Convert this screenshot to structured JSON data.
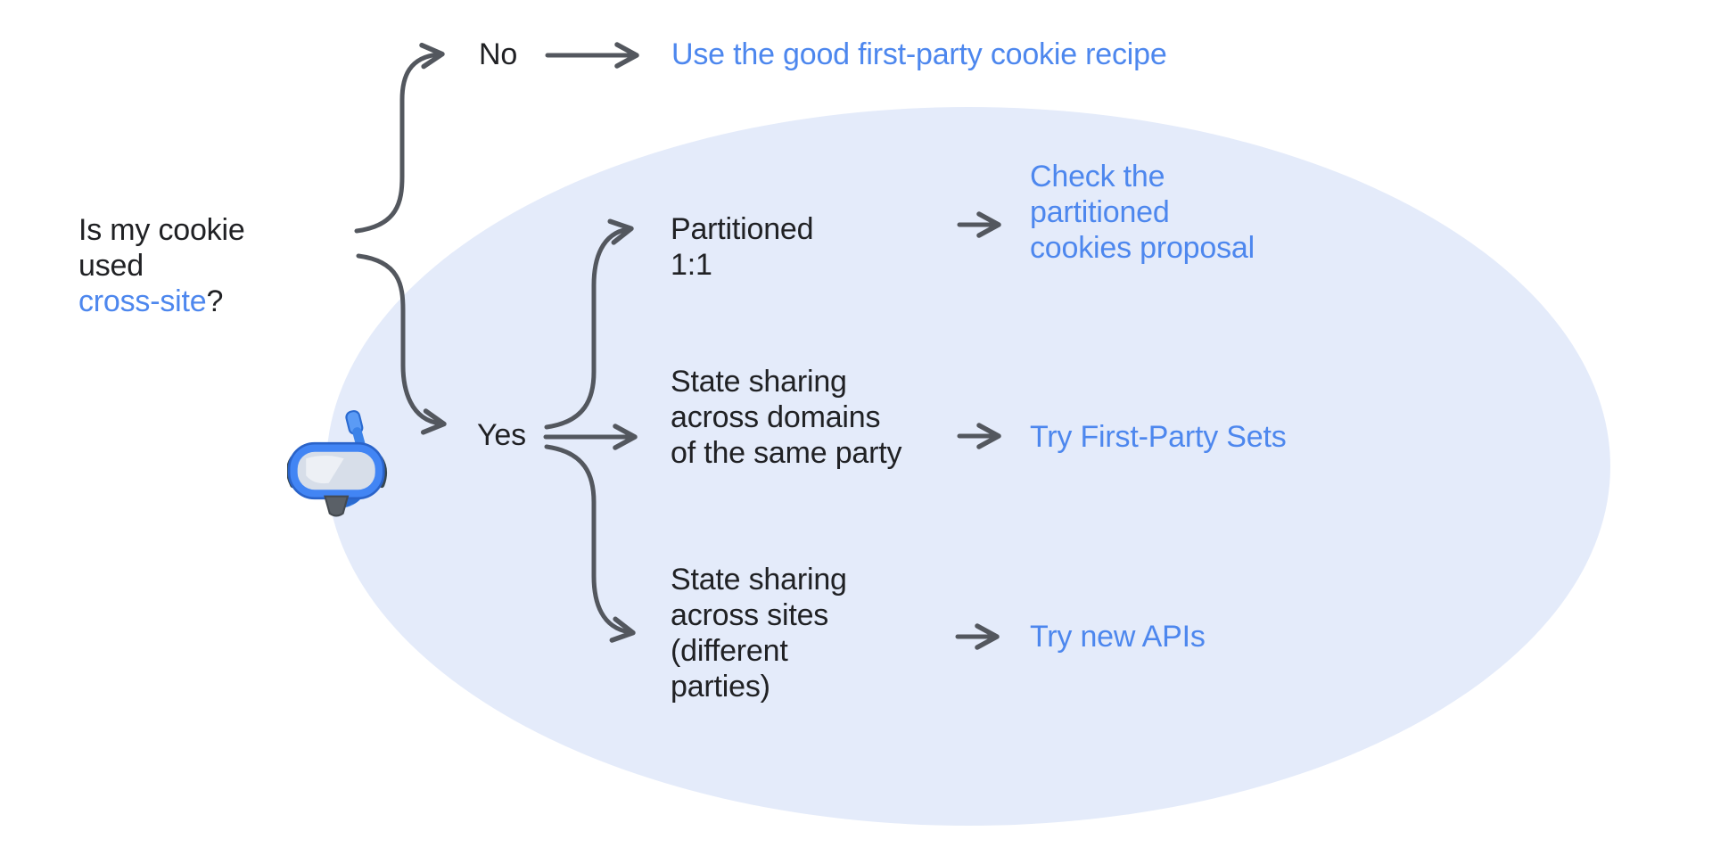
{
  "colors": {
    "background": "#ffffff",
    "ellipse_fill": "#e4ebfa",
    "text": "#202124",
    "link": "#4d87ee",
    "connector": "#53575e"
  },
  "question": {
    "prefix": "Is my cookie\nused\n",
    "link_text": "cross-site",
    "suffix": "?"
  },
  "no_branch": {
    "label": "No",
    "outcome": "Use the good first-party cookie recipe"
  },
  "yes_branch": {
    "label": "Yes",
    "icon": "diving-mask",
    "sub_branches": [
      {
        "condition": "Partitioned\n1:1",
        "outcome": "Check the\npartitioned\ncookies proposal"
      },
      {
        "condition": "State sharing\nacross domains\nof the same party",
        "outcome": "Try First-Party Sets"
      },
      {
        "condition": "State sharing\nacross sites\n(different\nparties)",
        "outcome": "Try new APIs"
      }
    ]
  }
}
